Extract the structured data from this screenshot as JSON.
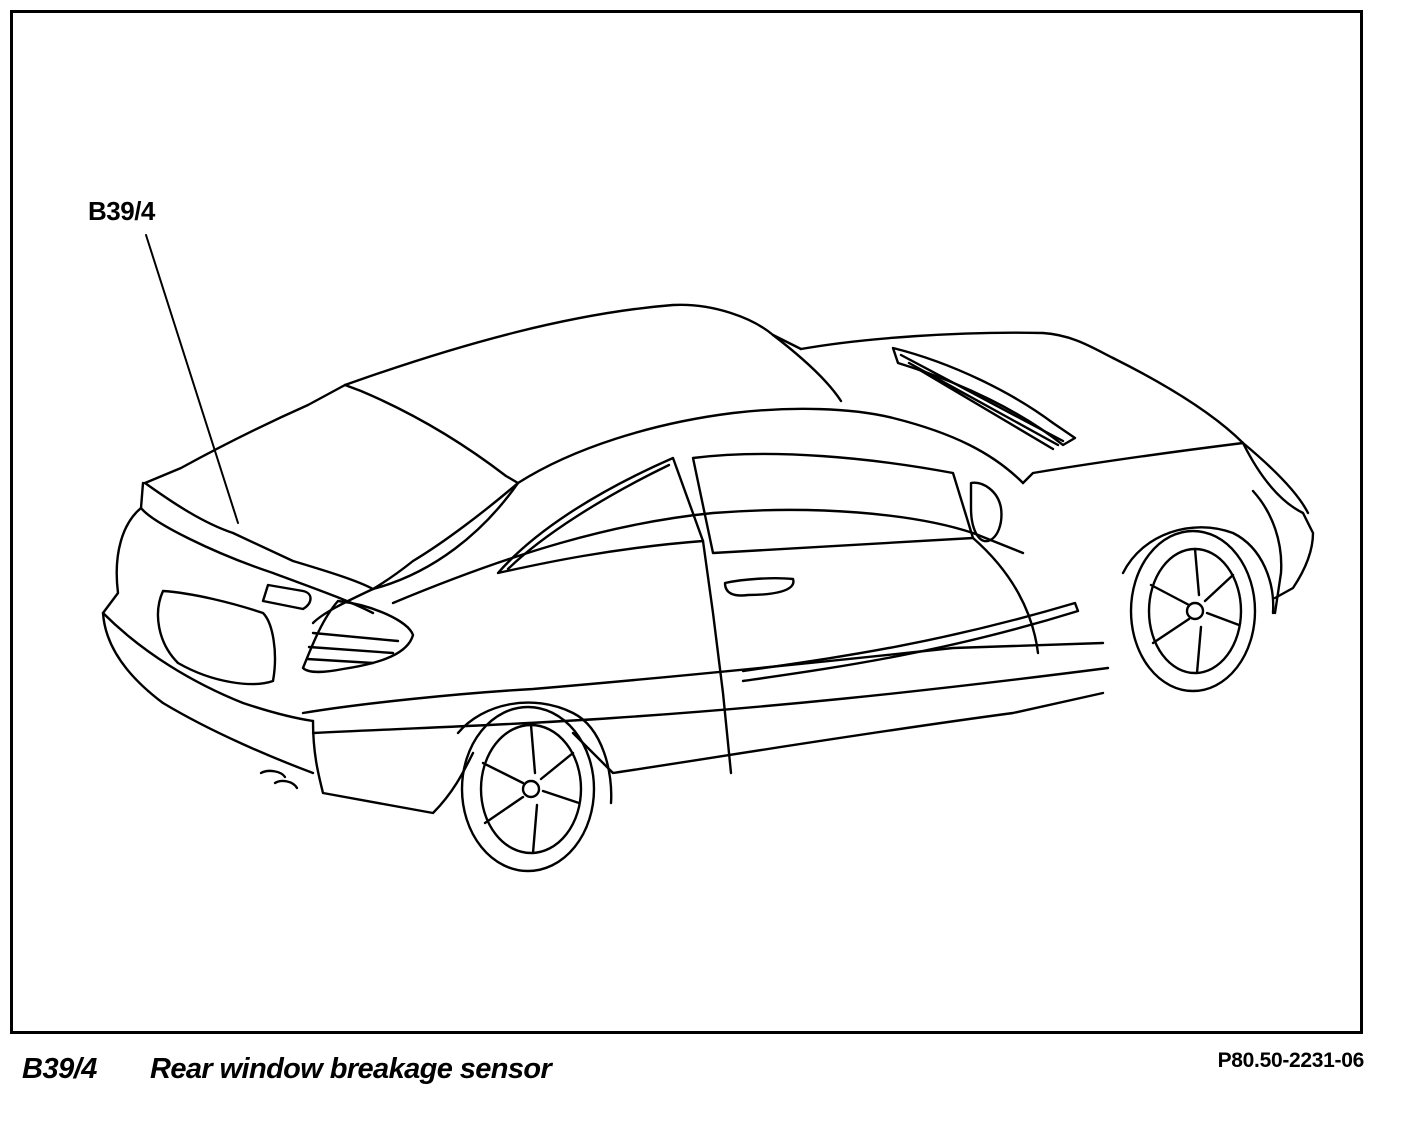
{
  "callout": {
    "label": "B39/4"
  },
  "caption": {
    "code": "B39/4",
    "text": "Rear window breakage sensor"
  },
  "figure_id": "P80.50-2231-06"
}
